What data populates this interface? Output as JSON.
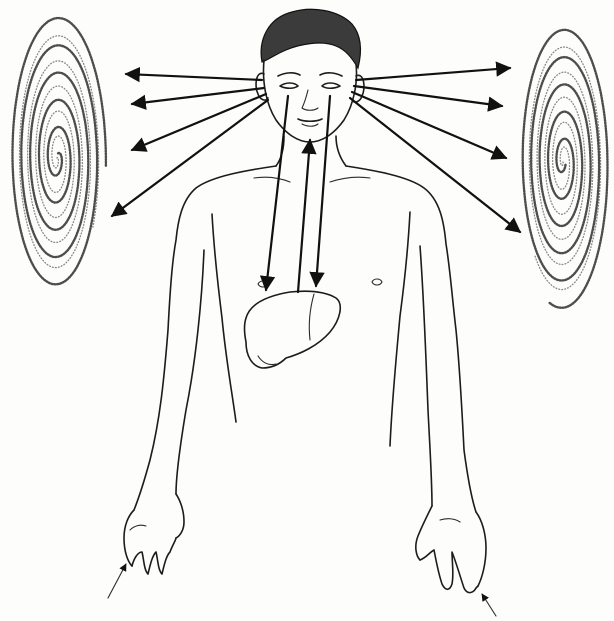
{
  "figure": {
    "elements": {
      "vortex_left": "spiral-vortex",
      "vortex_right": "spiral-vortex",
      "figure": "human-torso-outline",
      "organ": "liver-outline"
    },
    "colors": {
      "ink": "#111111",
      "shade": "#3a3a3a",
      "paper": "#fdfdfc"
    },
    "arrows": {
      "from_eyes_to_left_vortex": 4,
      "from_eyes_to_right_vortex": 4,
      "eyes_to_liver": 2,
      "liver_to_mouth": 1,
      "pointers_to_hands": 2
    }
  }
}
